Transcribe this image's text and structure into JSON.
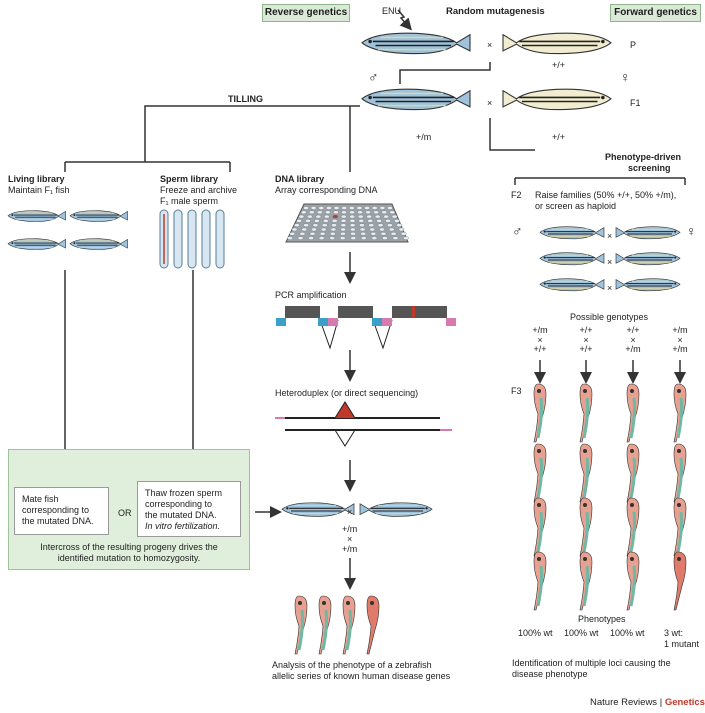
{
  "headers": {
    "reverse": "Reverse genetics",
    "forward": "Forward genetics"
  },
  "top": {
    "enu": "ENU",
    "random": "Random mutagenesis",
    "p": "P",
    "f1": "F1",
    "wt_p": "+/+",
    "wt_f1": "+/+",
    "het_f1": "+/m",
    "cross": "×",
    "male": "♂",
    "female": "♀"
  },
  "tilling": "TILLING",
  "living": {
    "title": "Living library",
    "desc": "Maintain F₁ fish"
  },
  "sperm": {
    "title": "Sperm library",
    "line1": "Freeze and archive",
    "line2": "F₁ male sperm"
  },
  "dna": {
    "title": "DNA library",
    "desc": "Array corresponding DNA",
    "pcr": "PCR amplification",
    "hetero": "Heteroduplex (or direct sequencing)"
  },
  "screen": {
    "title1": "Phenotype-driven",
    "title2": "screening",
    "f2": "F2",
    "f2_line1": "Raise families (50% +/+, 50% +/m),",
    "f2_line2": "or screen as haploid",
    "possible": "Possible genotypes",
    "f3": "F3",
    "phenotypes": "Phenotypes",
    "identification1": "Identification of multiple loci causing the",
    "identification2": "disease phenotype"
  },
  "genotypes": [
    {
      "top": "+/m",
      "bottom": "+/+"
    },
    {
      "top": "+/+",
      "bottom": "+/+"
    },
    {
      "top": "+/+",
      "bottom": "+/m"
    },
    {
      "top": "+/m",
      "bottom": "+/m"
    }
  ],
  "phenotype_labels": [
    "100% wt",
    "100% wt",
    "100% wt",
    "3 wt:"
  ],
  "phenotype_extra": "1 mutant",
  "green": {
    "mate1": "Mate fish",
    "mate2": "corresponding to",
    "mate3": "the mutated DNA.",
    "or": "OR",
    "thaw1": "Thaw frozen sperm",
    "thaw2": "corresponding to",
    "thaw3": "the mutated DNA.",
    "thaw4": "In vitro fertilization.",
    "intercross1": "Intercross of the resulting progeny drives the",
    "intercross2": "identified mutation to homozygosity."
  },
  "cross_mid": {
    "a": "+/m",
    "x": "×",
    "b": "+/m"
  },
  "analysis1": "Analysis of the phenotype of a zebrafish",
  "analysis2": "allelic series of known human disease genes",
  "footer": {
    "journal": "Nature Reviews",
    "sep": " | ",
    "section": "Genetics"
  },
  "colors": {
    "green_box": "#e0eedc",
    "header_fill": "#dbead8",
    "accent_red": "#c0392b",
    "fish_body": "#9fc3dc",
    "embryo_red": "#e07a6a",
    "embryo_green": "#6fb8a4"
  }
}
